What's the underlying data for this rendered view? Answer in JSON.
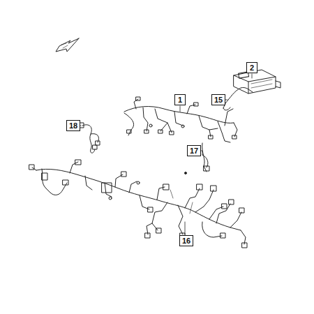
{
  "diagram": {
    "nodes": [
      {
        "text": [
          "2"
        ]
      },
      {
        "text": [
          "1"
        ]
      },
      {
        "text": [
          "15"
        ]
      },
      {
        "text": [
          "18"
        ]
      },
      {
        "text": [
          "17"
        ]
      },
      {
        "text": [
          "16"
        ]
      }
    ]
  }
}
